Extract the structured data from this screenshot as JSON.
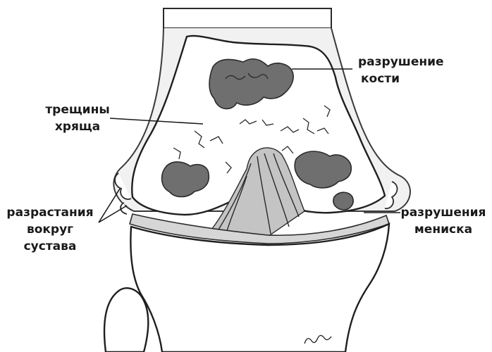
{
  "labels": {
    "bone_destruction": [
      "разрушение",
      "кости"
    ],
    "cartilage_cracks": [
      "трещины",
      "хряща"
    ],
    "joint_growths": [
      "разрастания",
      "вокруг",
      "сустава"
    ],
    "meniscus_destruction": [
      "разрушения",
      "мениска"
    ]
  },
  "colors": {
    "outline": "#2a2a2a",
    "lesion": "#6f6f6f",
    "cartilage": "#d6d6d6",
    "ligament": "#b8b8b8",
    "bone_fill": "#ffffff"
  }
}
